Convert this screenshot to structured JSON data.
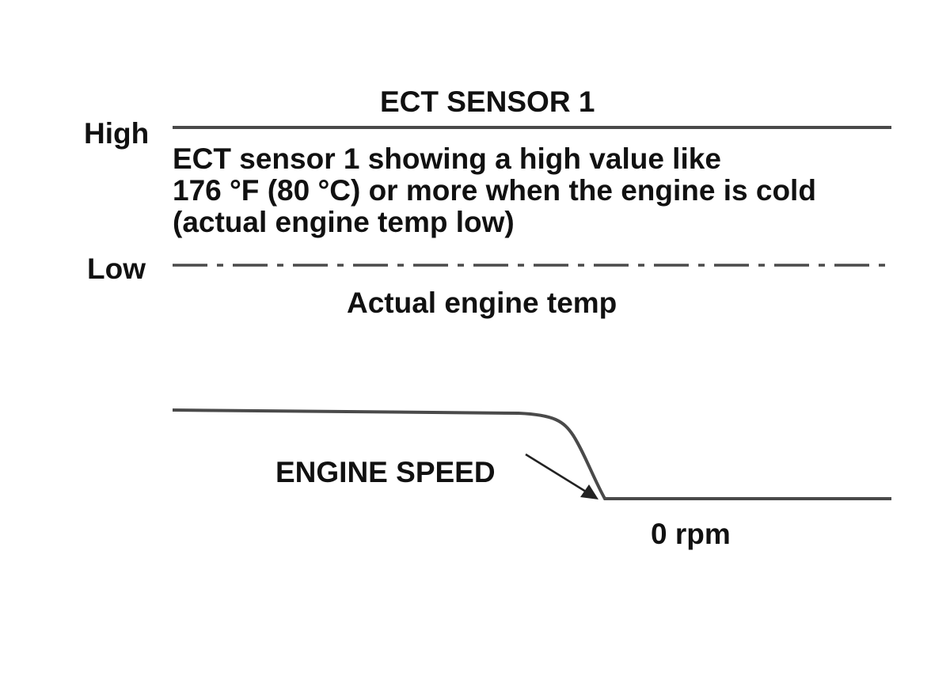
{
  "diagram": {
    "sensor_title": "ECT SENSOR 1",
    "level_high": "High",
    "level_low": "Low",
    "description_lines": [
      "ECT sensor 1 showing a high value like",
      "176 °F (80 °C) or more when the engine is cold",
      "(actual engine temp low)"
    ],
    "actual_temp_label": "Actual engine temp",
    "engine_speed_label": "ENGINE SPEED",
    "zero_rpm_label": "0 rpm"
  },
  "colors": {
    "ink": "#111111",
    "line": "#4a4a4a",
    "background": "#ffffff"
  }
}
